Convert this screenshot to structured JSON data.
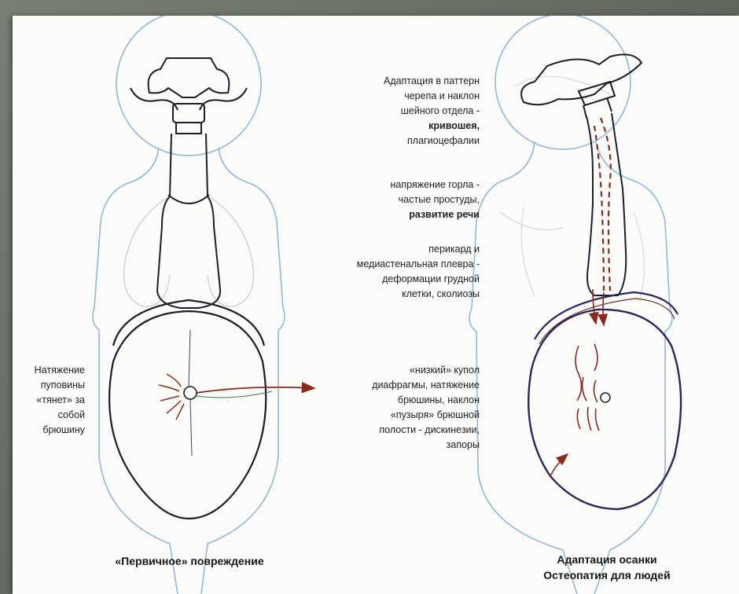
{
  "annotations": {
    "skull": {
      "text": "Адаптация в паттерн черепа и наклон шейного отдела - ",
      "bold": "кривошея,",
      "tail": "плагиоцефалии"
    },
    "throat": {
      "text": "напряжение горла - частые простуды,",
      "bold": "развитие речи"
    },
    "pericardium": {
      "text": "перикард и медиастенальная плевра - деформации грудной клетки, сколиозы"
    },
    "diaphragm": {
      "text": "«низкий» купол диафрагмы, натяжение брюшины, наклон «пузыря» брюшной полости - дискинезии, запоры"
    },
    "umbilical": {
      "text": "Натяжение пуповины «тянет» за собой брюшину"
    }
  },
  "captions": {
    "left": "«Первичное» повреждение",
    "right_line1": "Адаптация осанки",
    "right_line2": "Остеопатия для людей"
  },
  "colors": {
    "body_outline": "#8fb8dc",
    "organ_outline": "#1c1c2a",
    "tension_arrow": "#8a2a1c",
    "right_sac": "#2a2460"
  }
}
